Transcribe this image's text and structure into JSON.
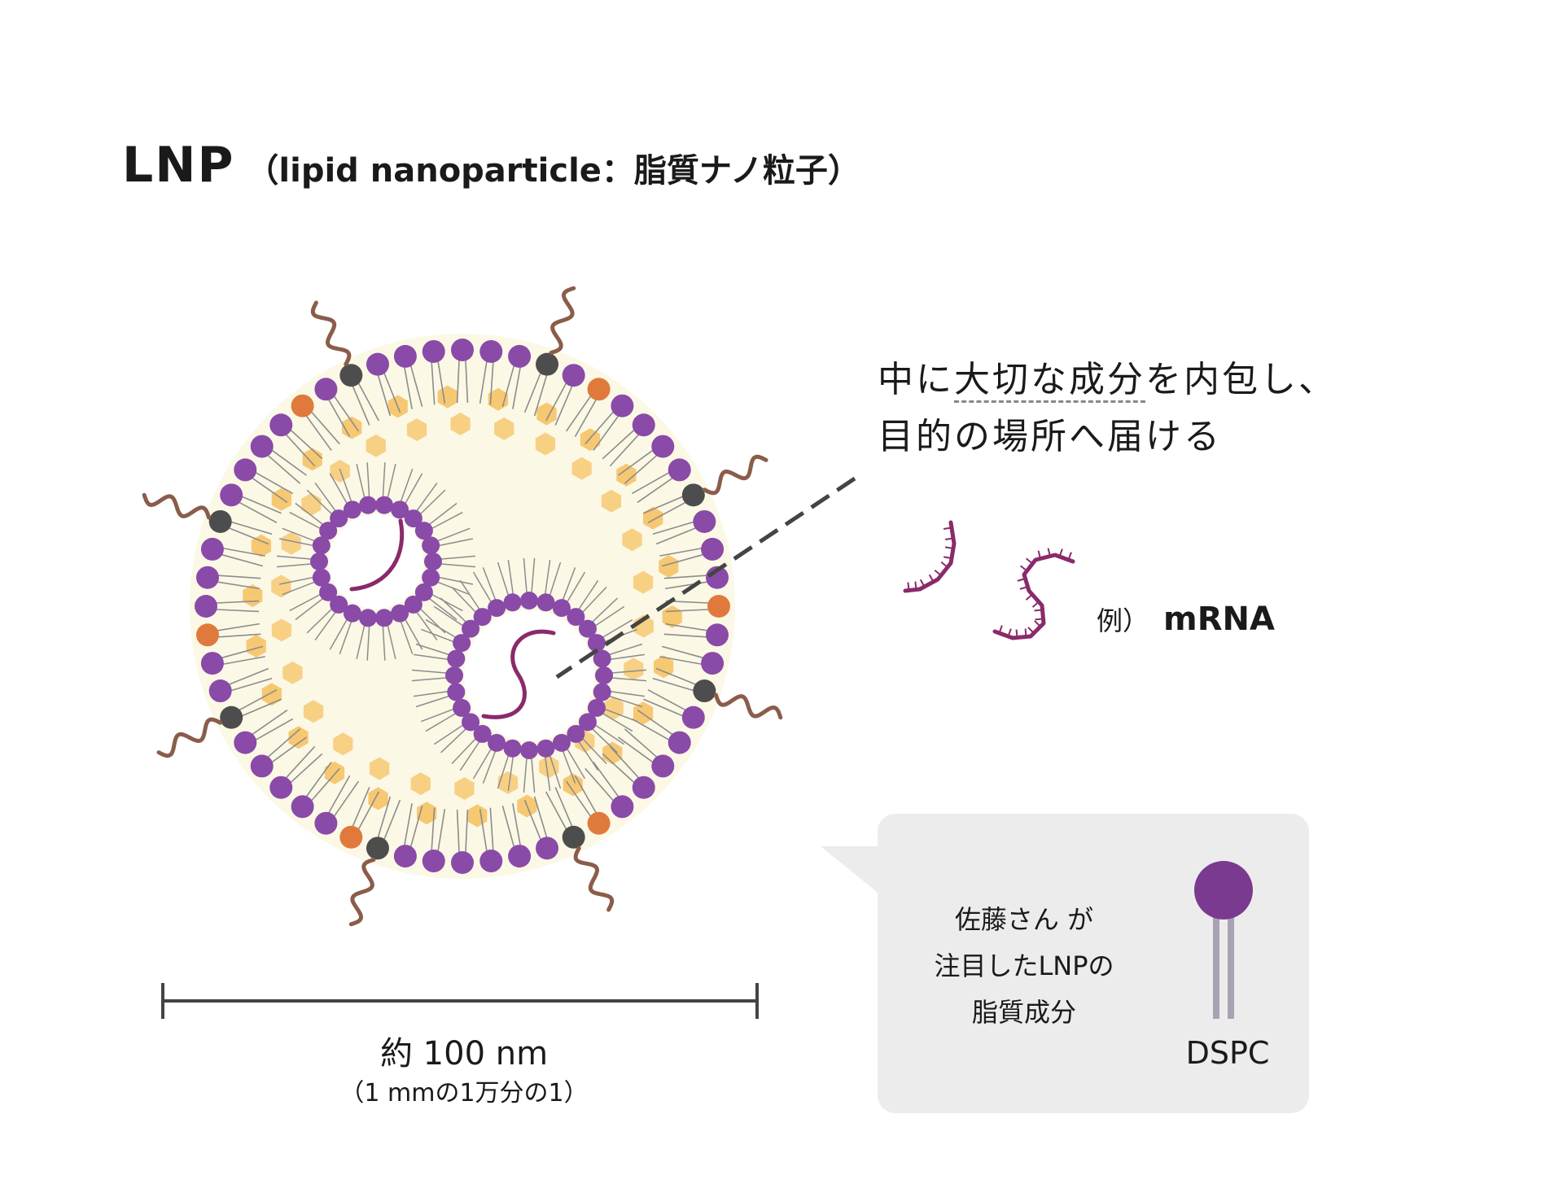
{
  "header": {
    "title": "LNP",
    "subtitle": "（lipid nanoparticle：脂質ナノ粒子）"
  },
  "caption": {
    "line1_pre": "中に",
    "line1_underlined": "大切な成分",
    "line1_post": "を内包し、",
    "line2": "目的の場所へ届ける"
  },
  "example": {
    "prefix": "例）",
    "label": "mRNA"
  },
  "scale": {
    "main": "約 100 nm",
    "sub": "（1 mmの1万分の1）"
  },
  "callout": {
    "lines": [
      "佐藤さん が",
      "注目したLNPの",
      "脂質成分"
    ],
    "lipid_label": "DSPC"
  },
  "colors": {
    "head_purple": "#8a4aa8",
    "head_dark": "#4d4d4d",
    "head_orange": "#e07a3c",
    "hexagon": "#f7c56b",
    "core": "#fbf8e6",
    "mrna": "#8a2a6a",
    "peg": "#8a5d4a",
    "callout_bg": "#ececec",
    "dspc_head": "#7a3a90",
    "dspc_tail": "#a9a2b2"
  }
}
